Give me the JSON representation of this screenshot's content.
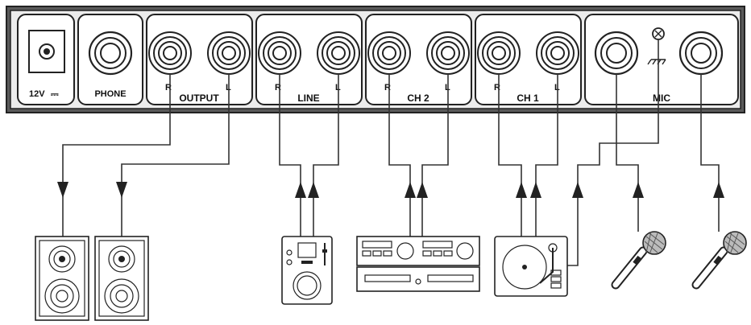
{
  "panel": {
    "sections": {
      "power": "12V",
      "phone": "PHONE",
      "output": "OUTPUT",
      "line": "LINE",
      "ch2": "CH 2",
      "ch1": "CH 1",
      "mic": "MIC"
    },
    "channel_letters": {
      "right": "R",
      "left": "L"
    },
    "dc_symbol": "⎓"
  },
  "icons": {
    "speaker": "speaker-icon",
    "cd_player": "cd-player-icon",
    "dual_cd_player": "dual-cd-player-icon",
    "turntable": "turntable-icon",
    "microphone": "microphone-icon",
    "ground": "ground-icon"
  }
}
